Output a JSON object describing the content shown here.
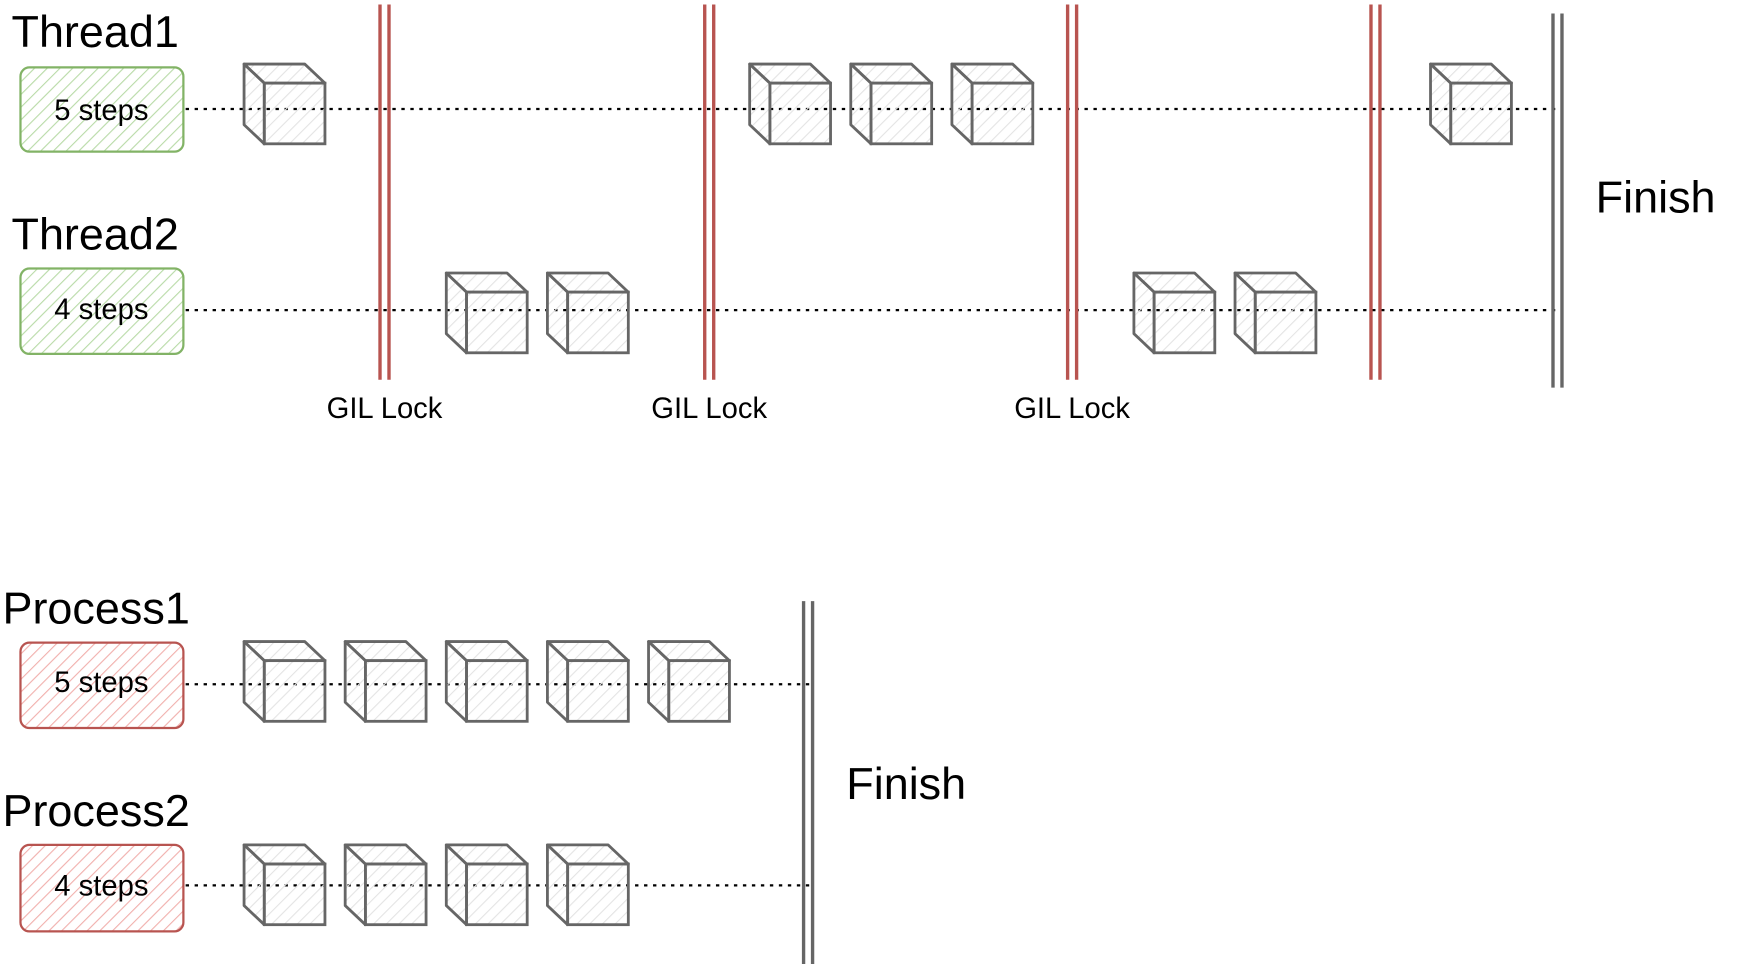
{
  "threads": {
    "thread1": {
      "title": "Thread1",
      "steps": "5 steps"
    },
    "thread2": {
      "title": "Thread2",
      "steps": "4 steps"
    },
    "gil_labels": [
      "GIL Lock",
      "GIL Lock",
      "GIL Lock"
    ],
    "finish": "Finish"
  },
  "processes": {
    "process1": {
      "title": "Process1",
      "steps": "5 steps"
    },
    "process2": {
      "title": "Process2",
      "steps": "4 steps"
    },
    "finish": "Finish"
  },
  "colors": {
    "thread_box": "#82b366",
    "thread_fill": "#d5e8d4",
    "process_box": "#b85450",
    "process_fill": "#f8cecc",
    "gil_line": "#b85450",
    "finish_line": "#666666",
    "cube": "#666666"
  }
}
